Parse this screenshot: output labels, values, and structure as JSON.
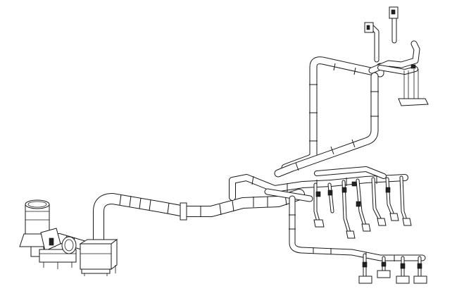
{
  "palette": {
    "line": "#1a1a1a",
    "background": "#ffffff"
  },
  "diagram": {
    "kind": "isometric ductwork / dust collection line drawing",
    "components": [
      {
        "id": "collector-stack",
        "icon": "cylindrical-stack"
      },
      {
        "id": "fan-unit",
        "icon": "centrifugal-fan"
      },
      {
        "id": "filter-hopper",
        "icon": "filter-housing"
      },
      {
        "id": "main-trunk-duct",
        "icon": "duct"
      },
      {
        "id": "riser-duct",
        "icon": "duct"
      },
      {
        "id": "upper-branch",
        "icon": "duct"
      },
      {
        "id": "middle-manifold",
        "icon": "duct"
      },
      {
        "id": "lower-manifold",
        "icon": "duct"
      },
      {
        "id": "extraction-hoods",
        "icon": "hood"
      }
    ]
  }
}
